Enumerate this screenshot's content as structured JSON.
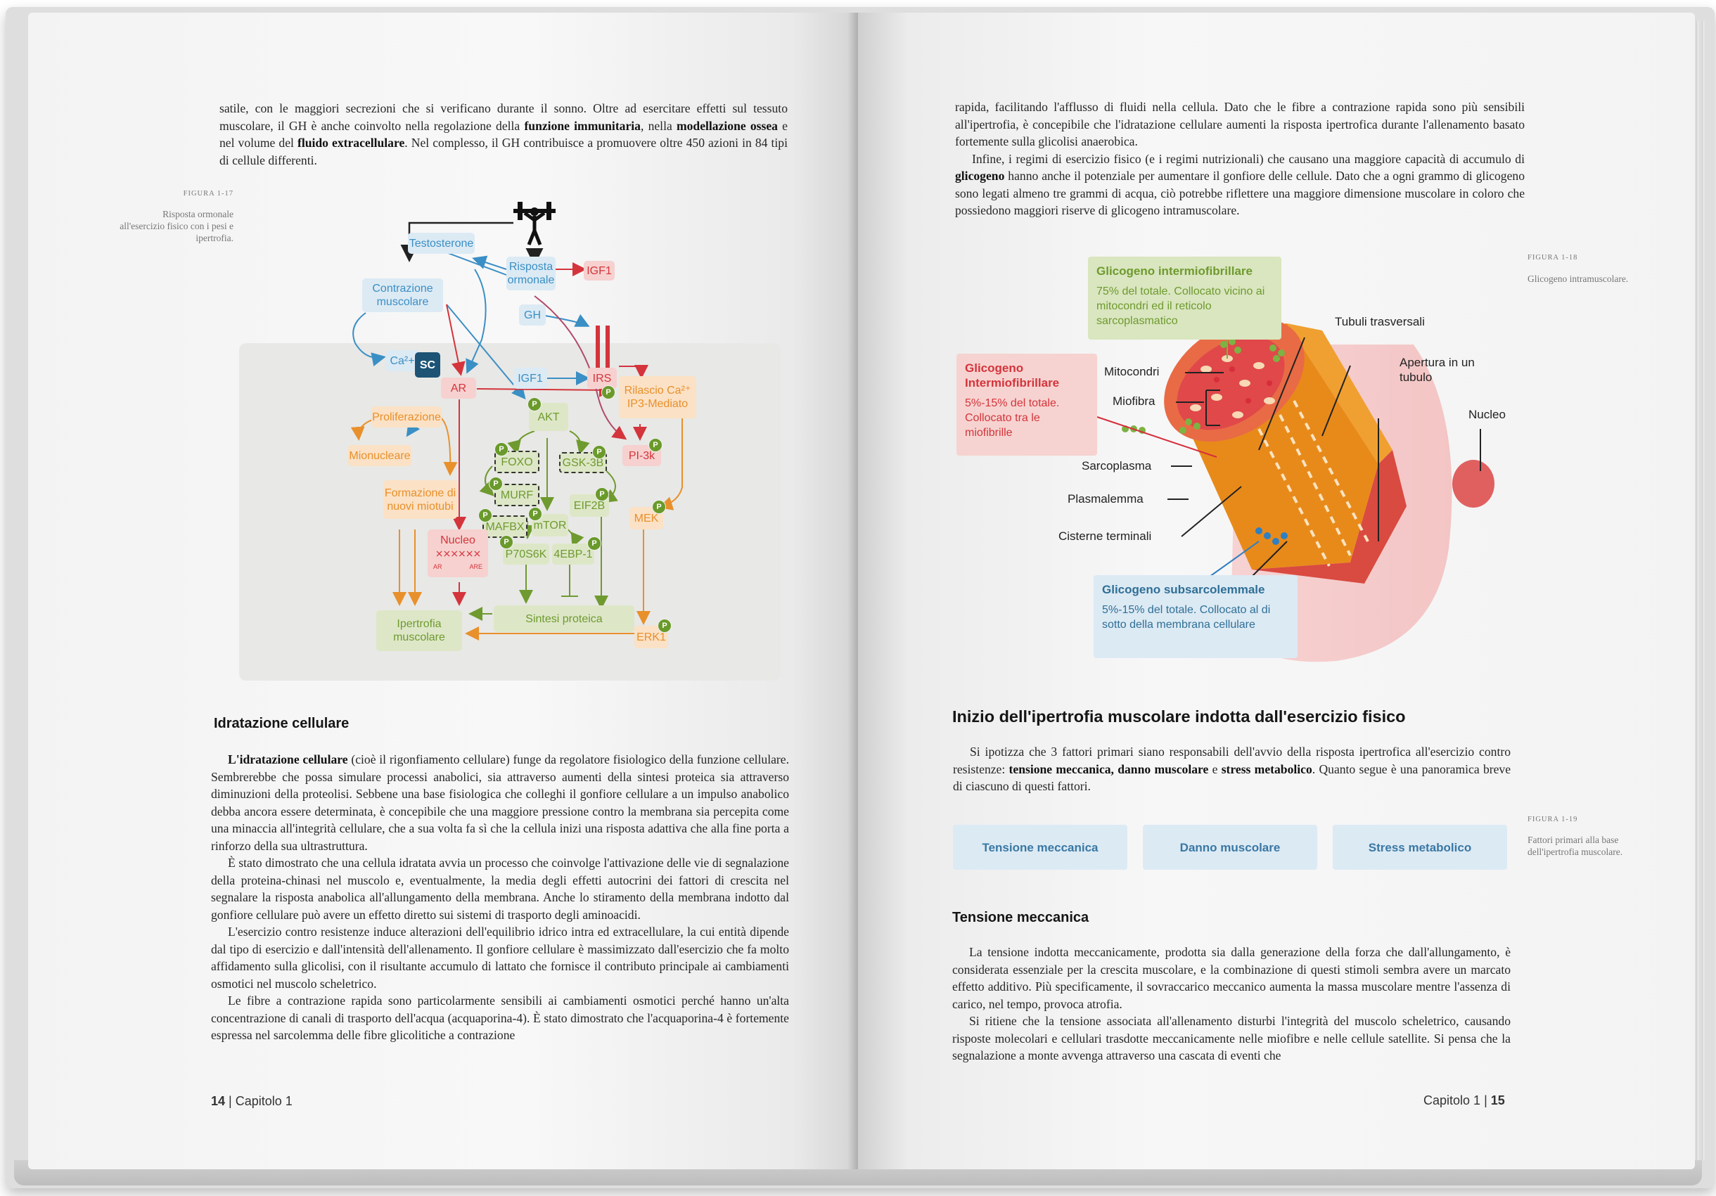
{
  "left_page": {
    "intro_text": [
      {
        "parts": [
          {
            "t": "satile, con le maggiori secrezioni che si verificano durante il sonno. Oltre ad esercitare effetti sul tessuto muscolare, il GH è anche coinvolto nella regolazione della "
          },
          {
            "t": "funzione immunitaria",
            "b": true
          },
          {
            "t": ", nella "
          },
          {
            "t": "modellazione ossea",
            "b": true
          },
          {
            "t": " e nel volume del "
          },
          {
            "t": "fluido extracellulare",
            "b": true
          },
          {
            "t": ". Nel complesso, il GH contribuisce a promuovere oltre 450 azioni in 84 tipi di cellule differenti."
          }
        ]
      }
    ],
    "figure_label": "FIGURA 1-17",
    "figure_caption": "Risposta ormonale all'esercizio fisico con i pesi e ipertrofia.",
    "diagram": {
      "nodes": {
        "testosterone": "Testosterone",
        "risposta": "Risposta ormonale",
        "igf1_top": "IGF1",
        "contrazione": "Contrazione muscolare",
        "gh": "GH",
        "ca": "Ca²+",
        "sc": "SC",
        "igf1_mid": "IGF1",
        "irs": "IRS",
        "ar": "AR",
        "rilascio": "Rilascio Ca²⁺ IP3-Mediato",
        "akt": "AKT",
        "proliferazione": "Proliferazione",
        "mionucleare": "Mionucleare",
        "foxo": "FOXO",
        "gsk": "GSK-3B",
        "pi3k": "PI-3k",
        "murf": "MURF",
        "formazione": "Formazione di nuovi miotubi",
        "eif2b": "EIF2B",
        "mafbx": "MAFBX",
        "mtor": "mTOR",
        "mek": "MEK",
        "nucleo": "Nucleo",
        "ar_small": "AR",
        "are_small": "ARE",
        "p70s6k": "P70S6K",
        "ebp": "4EBP-1",
        "sintesi": "Sintesi proteica",
        "ipertrofia": "Ipertrofia muscolare",
        "erk1": "ERK1",
        "p": "P"
      }
    },
    "section_heading": "Idratazione cellulare",
    "body": [
      {
        "indent": true,
        "parts": [
          {
            "t": "L'idratazione cellulare",
            "b": true
          },
          {
            "t": " (cioè il rigonfiamento cellulare) funge da regolatore fisiologico della funzione cellulare. Sembrerebbe che possa simulare processi anabolici, sia attraverso aumenti della sintesi proteica sia attraverso diminuzioni della proteolisi. Sebbene una base fisiologica che colleghi il gonfiore cellulare a un impulso anabolico debba ancora essere determinata, è concepibile che una maggiore pressione contro la membrana sia percepita come una minaccia all'integrità cellulare, che a sua volta fa sì che la cellula inizi una risposta adattiva che alla fine porta a rinforzo della sua ultrastruttura."
          }
        ]
      },
      {
        "indent": true,
        "parts": [
          {
            "t": "È stato dimostrato che una cellula idratata avvia un processo che coinvolge l'attivazione delle vie di segnalazione della proteina-chinasi nel muscolo e, eventualmente, la media degli effetti autocrini dei fattori di crescita nel segnalare la risposta anabolica all'allungamento della membrana. Anche lo stiramento della membrana indotto dal gonfiore cellulare può avere un effetto diretto sui sistemi di trasporto degli aminoacidi."
          }
        ]
      },
      {
        "indent": true,
        "parts": [
          {
            "t": "L'esercizio contro resistenze induce alterazioni dell'equilibrio idrico intra ed extracellulare, la cui entità dipende dal tipo di esercizio e dall'intensità dell'allenamento. Il gonfiore cellulare è massimizzato dall'esercizio che fa molto affidamento sulla glicolisi, con il risultante accumulo di lattato che fornisce il contributo principale ai cambiamenti osmotici nel muscolo scheletrico."
          }
        ]
      },
      {
        "indent": true,
        "parts": [
          {
            "t": "Le fibre a contrazione rapida sono particolarmente sensibili ai cambiamenti osmotici perché hanno un'alta concentrazione di canali di trasporto dell'acqua (acquaporina-4). È stato dimostrato che l'acquaporina-4 è fortemente espressa nel sarcolemma delle fibre glicolitiche a contrazione"
          }
        ]
      }
    ],
    "folio_number": "14",
    "folio_sep": " | ",
    "folio_chapter": "Capitolo 1"
  },
  "right_page": {
    "intro_text": [
      {
        "indent": false,
        "parts": [
          {
            "t": "rapida, facilitando l'afflusso di fluidi nella cellula. Dato che le fibre a contrazione rapida sono più sensibili all'ipertrofia, è concepibile che l'idratazione cellulare aumenti la risposta ipertrofica durante l'allenamento basato fortemente sulla glicolisi anaerobica."
          }
        ]
      },
      {
        "indent": true,
        "parts": [
          {
            "t": "Infine, i regimi di esercizio fisico (e i regimi nutrizionali) che causano una maggiore capacità di accumulo di "
          },
          {
            "t": "glicogeno",
            "b": true
          },
          {
            "t": " hanno anche il potenziale per aumentare il gonfiore delle cellule. Dato che a ogni grammo di glicogeno sono legati almeno tre grammi di acqua, ciò potrebbe riflettere una maggiore dimensione muscolare in coloro che possiedono maggiori riserve di glicogeno intramuscolare."
          }
        ]
      }
    ],
    "figure18_label": "FIGURA 1-18",
    "figure18_caption": "Glicogeno intramuscolare.",
    "fiber": {
      "green_title": "Glicogeno intermiofibrillare",
      "green_desc": "75% del totale. Collocato vicino ai mitocondri ed il reticolo sarcoplasmatico",
      "red_title": "Glicogeno Intermiofibrillare",
      "red_desc": "5%-15% del totale. Collocato tra le miofibrille",
      "blue_title": "Glicogeno subsarcolemmale",
      "blue_desc": "5%-15% del totale. Collocato al di sotto della membrana cellulare",
      "labels": {
        "tubuli": "Tubuli trasversali",
        "mitocondri": "Mitocondri",
        "apertura": "Apertura in un tubulo",
        "miofibra": "Miofibra",
        "nucleo": "Nucleo",
        "sarcoplasma": "Sarcoplasma",
        "plasmalemma": "Plasmalemma",
        "cisterne": "Cisterne terminali"
      }
    },
    "section_heading": "Inizio dell'ipertrofia muscolare indotta dall'esercizio fisico",
    "section_text": [
      {
        "indent": true,
        "parts": [
          {
            "t": "Si ipotizza che 3 fattori primari siano responsabili dell'avvio della risposta ipertrofica all'esercizio contro resistenze: "
          },
          {
            "t": "tensione meccanica, danno muscolare",
            "b": true
          },
          {
            "t": " e "
          },
          {
            "t": "stress metabolico",
            "b": true
          },
          {
            "t": ". Quanto segue è una panoramica breve di ciascuno di questi fattori."
          }
        ]
      }
    ],
    "figure19_label": "FIGURA 1-19",
    "figure19_caption": "Fattori primari alla base dell'ipertrofia muscolare.",
    "factors": [
      "Tensione meccanica",
      "Danno muscolare",
      "Stress metabolico"
    ],
    "subheading": "Tensione meccanica",
    "body": [
      {
        "indent": true,
        "parts": [
          {
            "t": "La tensione indotta meccanicamente, prodotta sia dalla generazione della forza che dall'allungamento, è considerata essenziale per la crescita muscolare, e la combinazione di questi stimoli sembra avere un marcato effetto additivo. Più specificamente, il sovraccarico meccanico aumenta la massa muscolare mentre l'assenza di carico, nel tempo, provoca atrofia."
          }
        ]
      },
      {
        "indent": true,
        "parts": [
          {
            "t": "Si ritiene che la tensione associata all'allenamento disturbi l'integrità del muscolo scheletrico, causando risposte molecolari e cellulari trasdotte meccanicamente nelle miofibre e nelle cellule satellite. Si pensa che la segnalazione a monte avvenga attraverso una cascata di eventi che"
          }
        ]
      }
    ],
    "folio_chapter": "Capitolo 1",
    "folio_sep": " | ",
    "folio_number": "15"
  },
  "colors": {
    "blue": "#3a8fc5",
    "orange": "#e8902b",
    "green": "#6f9a2f",
    "red": "#d4343c",
    "navy": "#1d5375"
  }
}
